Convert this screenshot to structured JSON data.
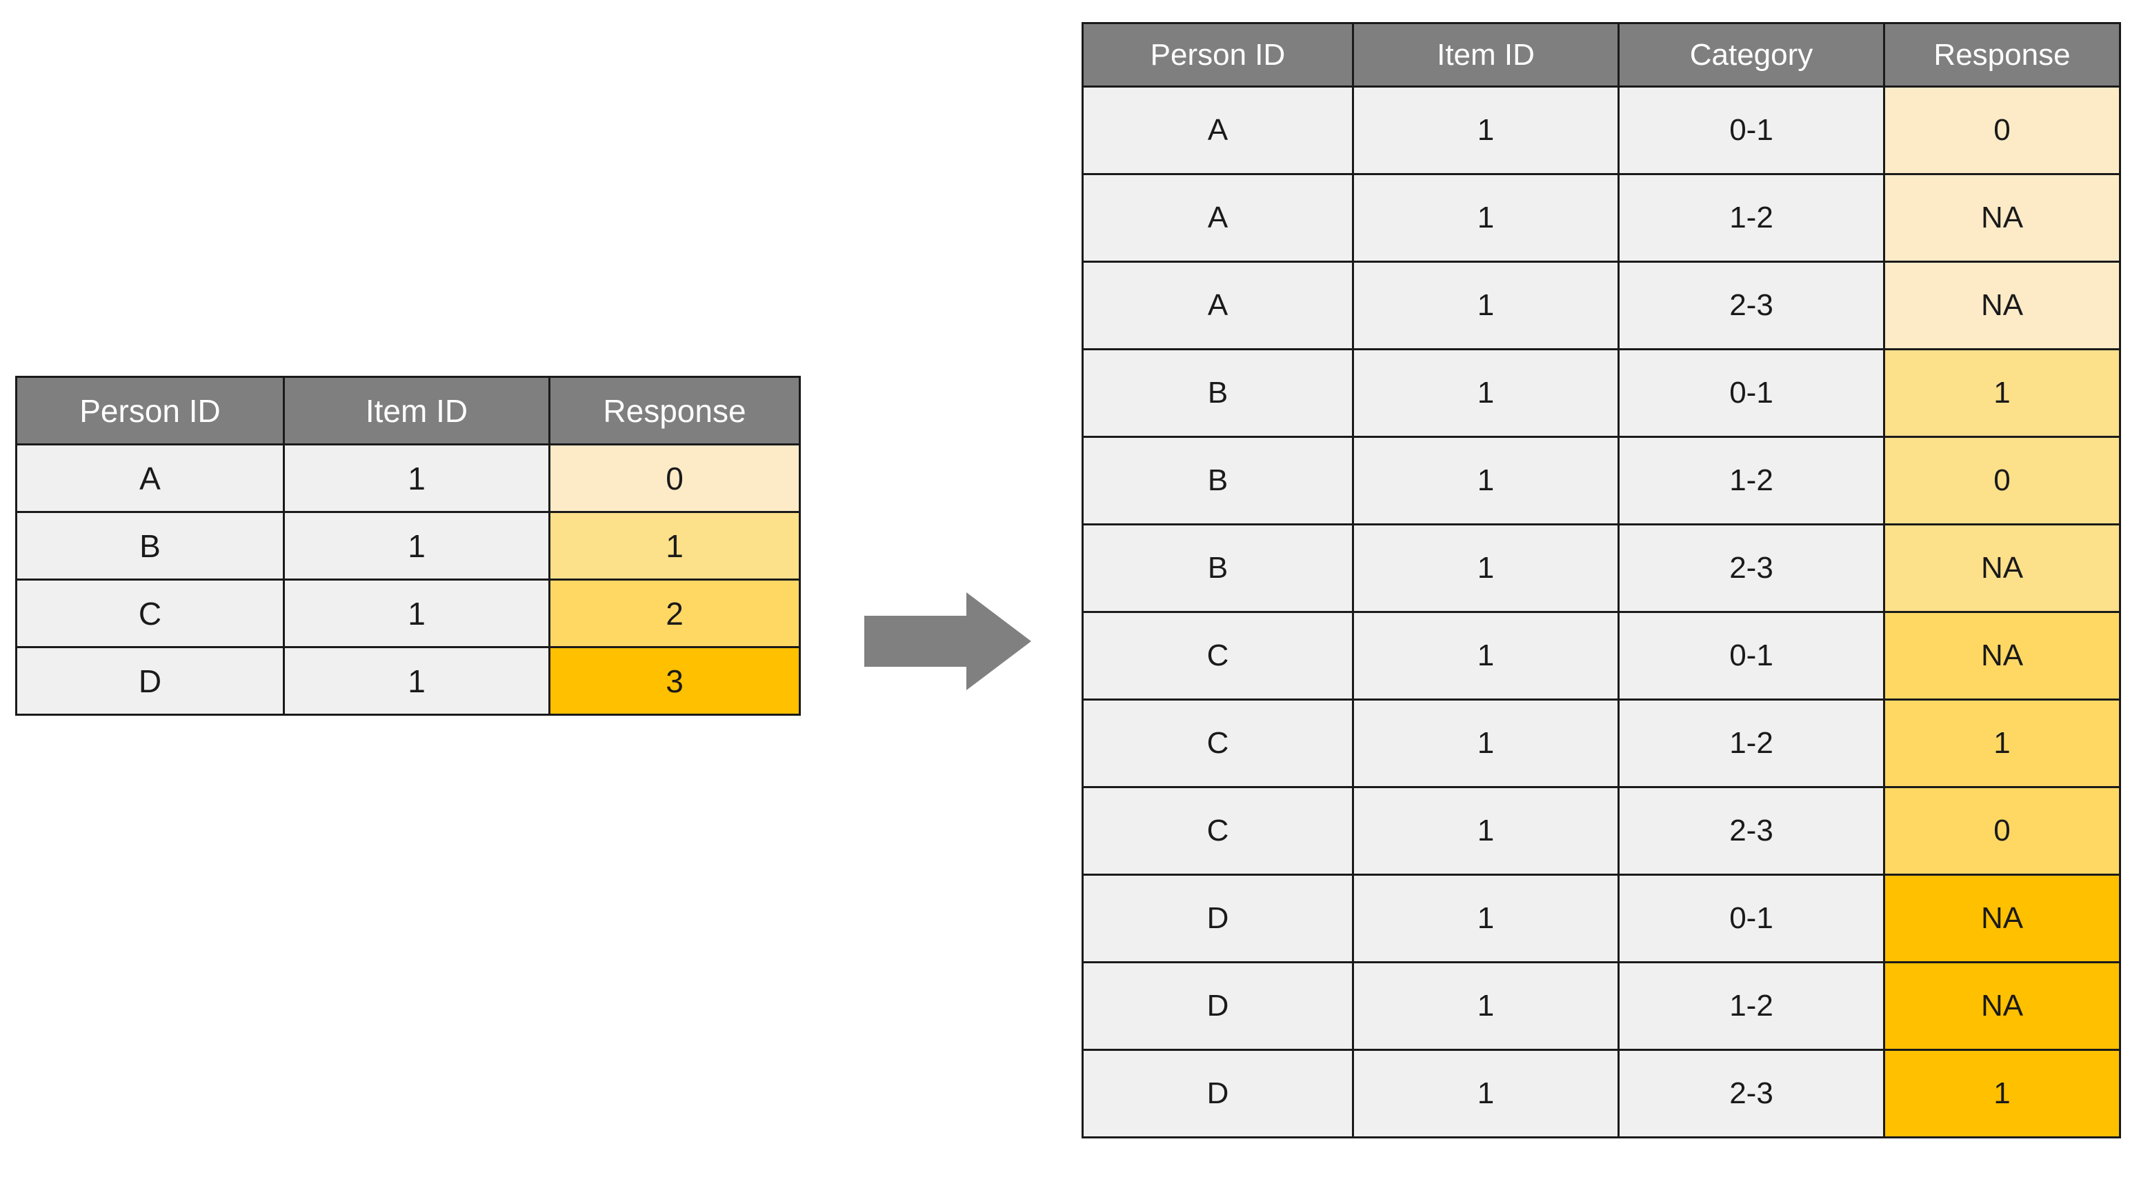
{
  "palette": {
    "header_gray": "#7F7F7F",
    "cell_gray": "#F0F0F0",
    "border": "#1A1A1A",
    "arrow_gray": "#808080",
    "resp_shade_0": "#FDEBC8",
    "resp_shade_1": "#FCE08A",
    "resp_shade_2": "#FFD864",
    "resp_shade_3": "#FFC000",
    "background": "#FFFFFF"
  },
  "arrow": {
    "icon": "arrow-right-icon",
    "direction": "right",
    "color": "#808080"
  },
  "wide_table": {
    "name": "wide-format-response-table",
    "columns": [
      "Person ID",
      "Item ID",
      "Response"
    ],
    "rows": [
      {
        "person_id": "A",
        "item_id": "1",
        "response": "0",
        "shade": 0
      },
      {
        "person_id": "B",
        "item_id": "1",
        "response": "1",
        "shade": 1
      },
      {
        "person_id": "C",
        "item_id": "1",
        "response": "2",
        "shade": 2
      },
      {
        "person_id": "D",
        "item_id": "1",
        "response": "3",
        "shade": 3
      }
    ]
  },
  "long_table": {
    "name": "long-format-category-table",
    "columns": [
      "Person ID",
      "Item ID",
      "Category",
      "Response"
    ],
    "rows": [
      {
        "person_id": "A",
        "item_id": "1",
        "category": "0-1",
        "response": "0",
        "shade": 0
      },
      {
        "person_id": "A",
        "item_id": "1",
        "category": "1-2",
        "response": "NA",
        "shade": 0
      },
      {
        "person_id": "A",
        "item_id": "1",
        "category": "2-3",
        "response": "NA",
        "shade": 0
      },
      {
        "person_id": "B",
        "item_id": "1",
        "category": "0-1",
        "response": "1",
        "shade": 1
      },
      {
        "person_id": "B",
        "item_id": "1",
        "category": "1-2",
        "response": "0",
        "shade": 1
      },
      {
        "person_id": "B",
        "item_id": "1",
        "category": "2-3",
        "response": "NA",
        "shade": 1
      },
      {
        "person_id": "C",
        "item_id": "1",
        "category": "0-1",
        "response": "NA",
        "shade": 2
      },
      {
        "person_id": "C",
        "item_id": "1",
        "category": "1-2",
        "response": "1",
        "shade": 2
      },
      {
        "person_id": "C",
        "item_id": "1",
        "category": "2-3",
        "response": "0",
        "shade": 2
      },
      {
        "person_id": "D",
        "item_id": "1",
        "category": "0-1",
        "response": "NA",
        "shade": 3
      },
      {
        "person_id": "D",
        "item_id": "1",
        "category": "1-2",
        "response": "NA",
        "shade": 3
      },
      {
        "person_id": "D",
        "item_id": "1",
        "category": "2-3",
        "response": "1",
        "shade": 3
      }
    ]
  }
}
